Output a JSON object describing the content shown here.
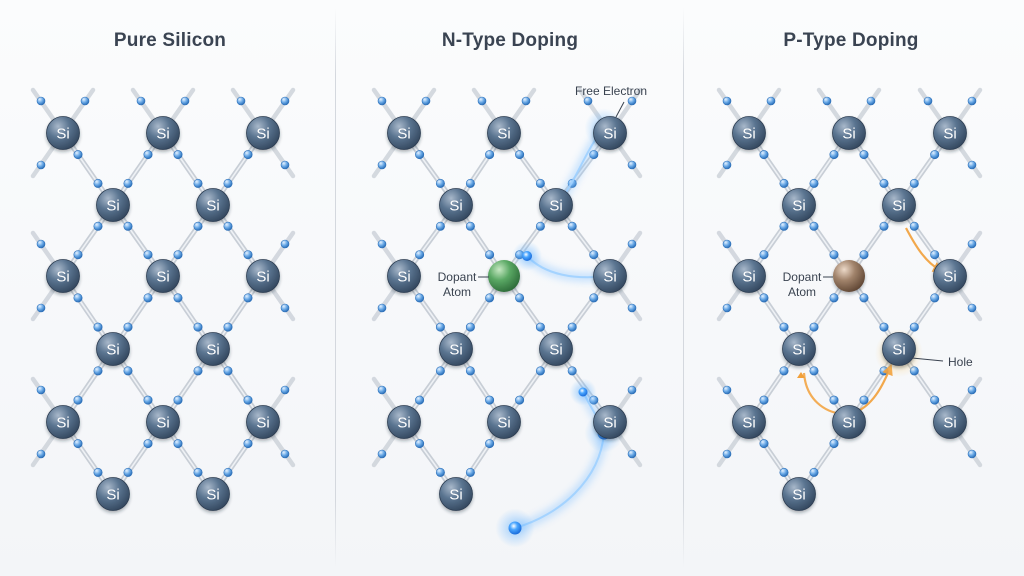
{
  "panels": [
    {
      "title": "Pure Silicon"
    },
    {
      "title": "N-Type Doping"
    },
    {
      "title": "P-Type Doping"
    }
  ],
  "atom_symbol": "Si",
  "labels": {
    "free_electron": "Free Electron",
    "dopant_line1": "Dopant",
    "dopant_line2": "Atom",
    "hole": "Hole"
  },
  "colors": {
    "silicon": "#4a6582",
    "bond": "#c8ced6",
    "bond_electron": "#4f94d8",
    "n_dopant": "#3f8f4e",
    "p_dopant": "#8a6a52",
    "free_electron": "#2e8cf0",
    "hole": "#f6a21e"
  }
}
